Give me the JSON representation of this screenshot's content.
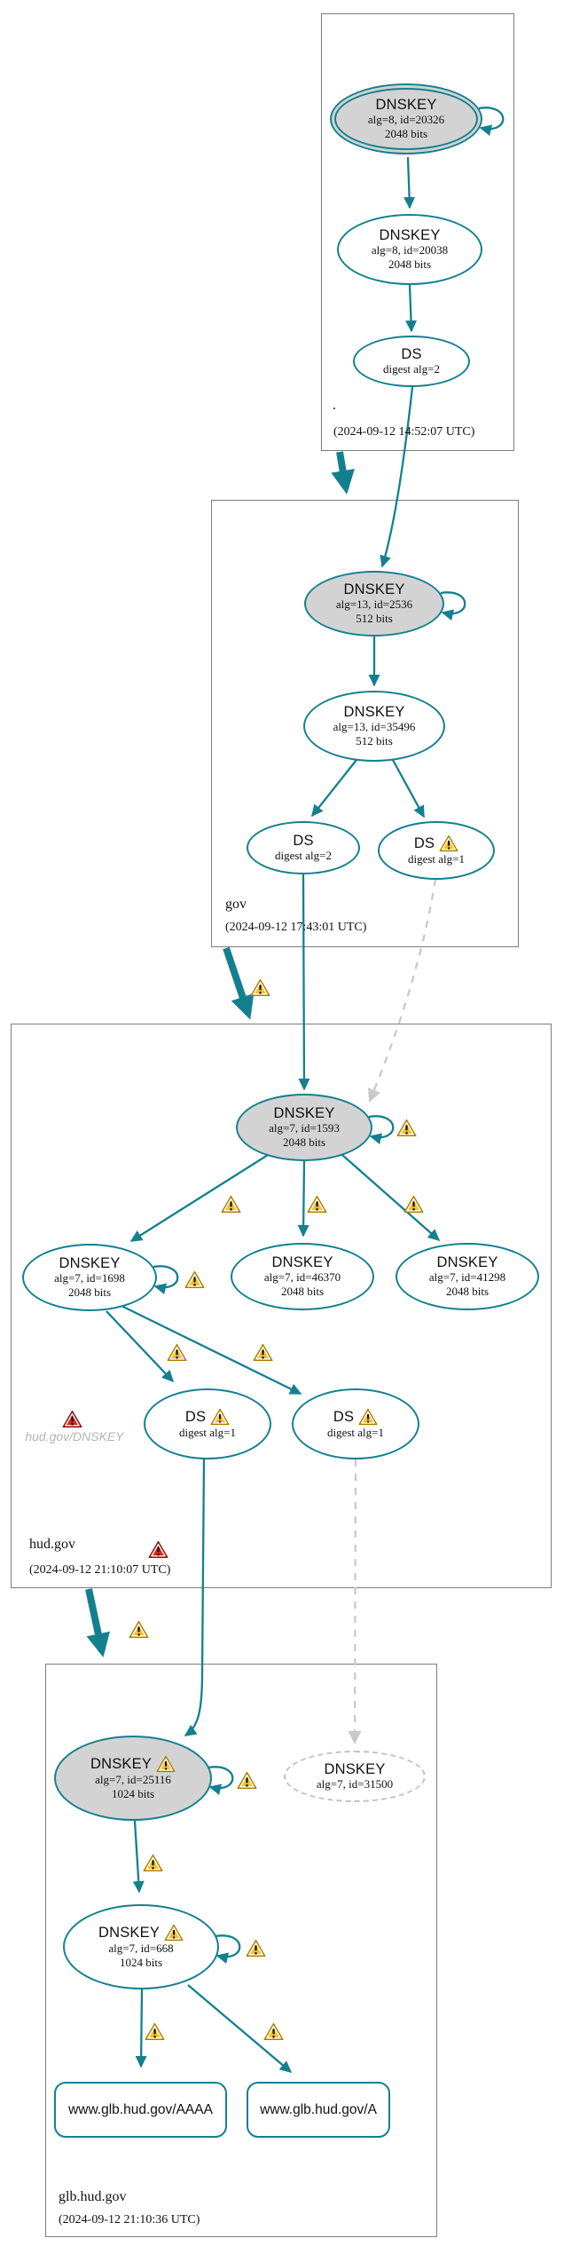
{
  "colors": {
    "teal": "#14808f",
    "node_fill_gray": "#d3d3d3",
    "warning_yellow": "#f6c12b",
    "error_red": "#da251d",
    "dashed_gray": "#c9c9c9"
  },
  "zones": {
    "root": {
      "name": ".",
      "timestamp": "(2024-09-12 14:52:07 UTC)",
      "ksk": {
        "title": "DNSKEY",
        "detail1": "alg=8, id=20326",
        "detail2": "2048 bits"
      },
      "zsk": {
        "title": "DNSKEY",
        "detail1": "alg=8, id=20038",
        "detail2": "2048 bits"
      },
      "ds": {
        "title": "DS",
        "detail1": "digest alg=2"
      }
    },
    "gov": {
      "name": "gov",
      "timestamp": "(2024-09-12 17:43:01 UTC)",
      "ksk": {
        "title": "DNSKEY",
        "detail1": "alg=13, id=2536",
        "detail2": "512 bits"
      },
      "zsk": {
        "title": "DNSKEY",
        "detail1": "alg=13, id=35496",
        "detail2": "512 bits"
      },
      "ds2": {
        "title": "DS",
        "detail1": "digest alg=2"
      },
      "ds1": {
        "title": "DS",
        "detail1": "digest alg=1"
      }
    },
    "hud": {
      "name": "hud.gov",
      "timestamp": "(2024-09-12 21:10:07 UTC)",
      "error_label": "hud.gov/DNSKEY",
      "ksk": {
        "title": "DNSKEY",
        "detail1": "alg=7, id=1593",
        "detail2": "2048 bits"
      },
      "key1698": {
        "title": "DNSKEY",
        "detail1": "alg=7, id=1698",
        "detail2": "2048 bits"
      },
      "key46370": {
        "title": "DNSKEY",
        "detail1": "alg=7, id=46370",
        "detail2": "2048 bits"
      },
      "key41298": {
        "title": "DNSKEY",
        "detail1": "alg=7, id=41298",
        "detail2": "2048 bits"
      },
      "ds1": {
        "title": "DS",
        "detail1": "digest alg=1"
      },
      "ds2": {
        "title": "DS",
        "detail1": "digest alg=1"
      }
    },
    "glb": {
      "name": "glb.hud.gov",
      "timestamp": "(2024-09-12 21:10:36 UTC)",
      "ksk": {
        "title": "DNSKEY",
        "detail1": "alg=7, id=25116",
        "detail2": "1024 bits"
      },
      "missing_key": {
        "title": "DNSKEY",
        "detail1": "alg=7, id=31500"
      },
      "zsk": {
        "title": "DNSKEY",
        "detail1": "alg=7, id=668",
        "detail2": "1024 bits"
      },
      "rrset_aaaa": {
        "label": "www.glb.hud.gov/AAAA"
      },
      "rrset_a": {
        "label": "www.glb.hud.gov/A"
      }
    }
  }
}
